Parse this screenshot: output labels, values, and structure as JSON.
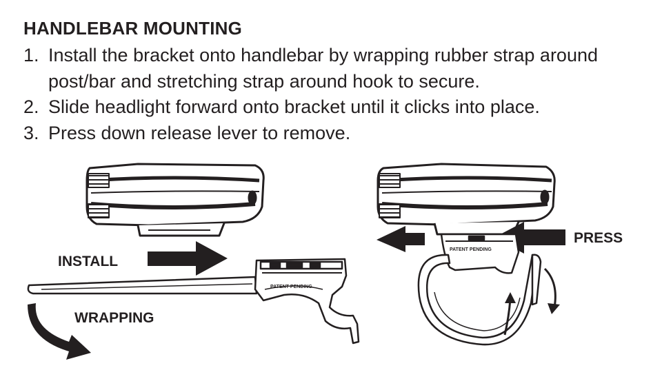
{
  "document": {
    "heading": "HANDLEBAR MOUNTING",
    "steps": [
      {
        "number": "1.",
        "text": "Install the bracket onto handlebar by wrapping rubber strap around post/bar and stretching strap around hook to secure."
      },
      {
        "number": "2.",
        "text": "Slide headlight forward onto bracket until it clicks into place."
      },
      {
        "number": "3.",
        "text": "Press down release lever to remove."
      }
    ]
  },
  "illustrations": {
    "left": {
      "install_label": "INSTALL",
      "wrapping_label": "WRAPPING",
      "bracket_imprint": "PATENT PENDING"
    },
    "right": {
      "press_label": "PRESS",
      "bracket_imprint": "PATENT PENDING"
    }
  },
  "colors": {
    "ink": "#231f20",
    "background": "#ffffff"
  }
}
